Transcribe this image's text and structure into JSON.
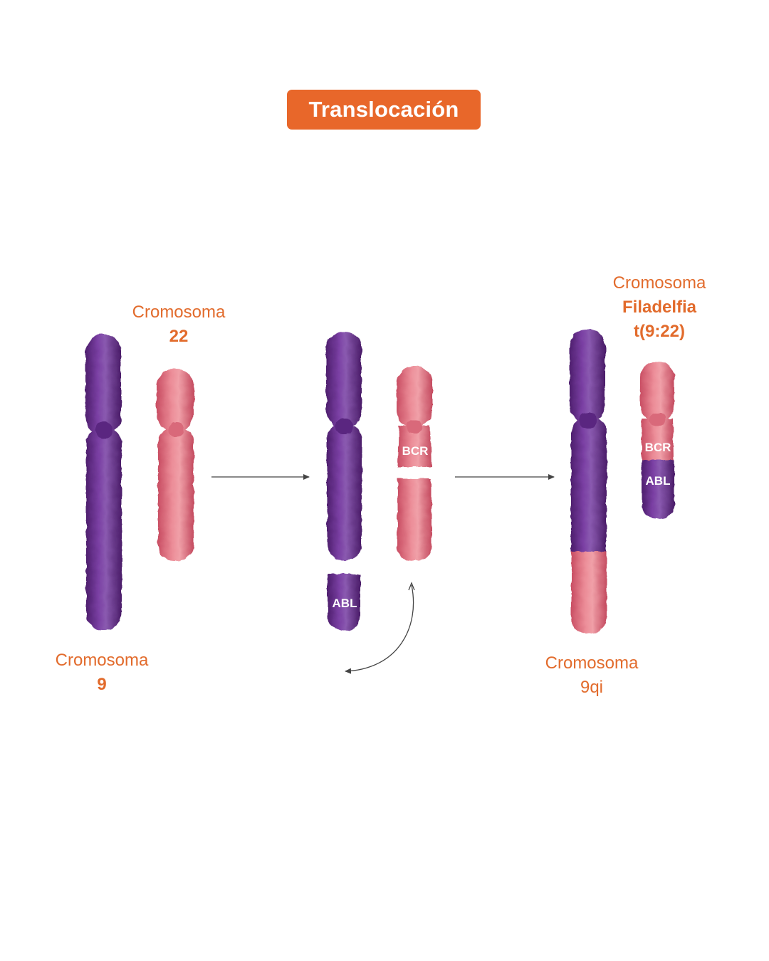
{
  "title": "Translocación",
  "labels": {
    "chr22": {
      "line1": "Cromosoma",
      "line2": "22"
    },
    "chr9": {
      "line1": "Cromosoma",
      "line2": "9"
    },
    "philadelphia": {
      "line1": "Cromosoma",
      "line2": "Filadelfia",
      "line3": "t(9:22)"
    },
    "chr9qi": {
      "line1": "Cromosoma",
      "line2": "9qi"
    }
  },
  "genes": {
    "bcr": "BCR",
    "abl": "ABL"
  },
  "colors": {
    "accent": "#e8672a",
    "label_text": "#e26b2c",
    "chromosome_9": "#6b2d8f",
    "chromosome_22": "#e47a86",
    "arrow": "#444444"
  }
}
